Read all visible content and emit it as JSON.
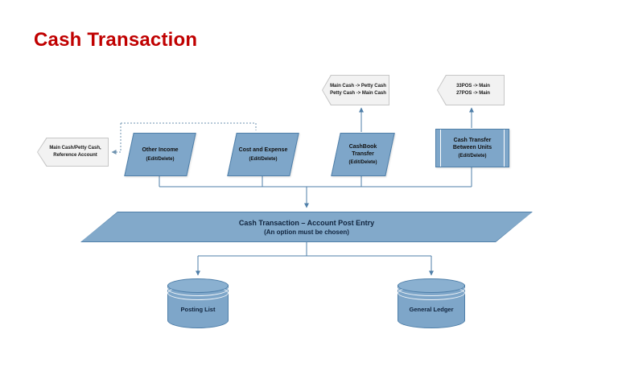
{
  "title": "Cash Transaction",
  "notes": {
    "reference_account": {
      "line1": "Main Cash/Petty Cash,",
      "line2": "Reference Account"
    },
    "cashbook": {
      "line1": "Main Cash -> Petty Cash",
      "line2": "Petty Cash -> Main Cash"
    },
    "units": {
      "line1": "33POS -> Main",
      "line2": "27POS -> Main"
    }
  },
  "options": [
    {
      "label": "Other Income",
      "sub": "(Edit/Delete)"
    },
    {
      "label": "Cost and Expense",
      "sub": "(Edit/Delete)"
    },
    {
      "label": "CashBook Transfer",
      "sub": "(Edit/Delete)"
    },
    {
      "label": "Cash Transfer Between Units",
      "sub": "(Edit/Delete)"
    }
  ],
  "post_entry": {
    "line1": "Cash Transaction – Account Post Entry",
    "line2": "(An option must be chosen)"
  },
  "datastores": [
    {
      "label": "Posting List"
    },
    {
      "label": "General Ledger"
    }
  ],
  "colors": {
    "title_red": "#C00000",
    "shape_fill": "#7EA6C9",
    "shape_border": "#4F7FA9",
    "connector": "#4F7FA9",
    "note_fill": "#F2F2F2",
    "note_border": "#C6C6C6"
  }
}
